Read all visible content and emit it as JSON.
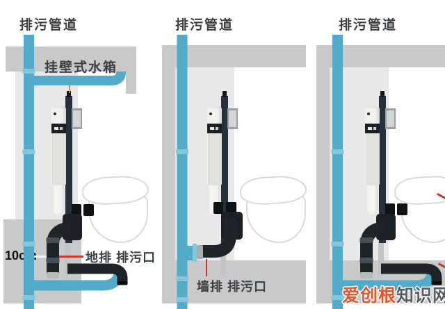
{
  "panels": {
    "p1": {
      "title": "排污管道",
      "tank_label": "挂壁式水箱",
      "measure": "10cm",
      "outlet_label": "地排 排污口",
      "drain_type": "floor-drain"
    },
    "p2": {
      "title": "排污管道",
      "outlet_label": "墙排 排污口",
      "drain_type": "wall-drain"
    },
    "p3": {
      "title": "排污管道",
      "drain_type": "floor-drain"
    }
  },
  "watermark": {
    "brand": "爱创根",
    "suffix": "知识网"
  },
  "colors": {
    "pipe_blue": "#52abc8",
    "pipe_joint_blue": "#85c6da",
    "wall_gray": "#c9c9c9",
    "wall_gray_light": "#e8e8e8",
    "pipe_black": "#1f2428",
    "cistern_frame_navy": "#27313d",
    "pointer_red": "#c23b33",
    "pointer_orange": "#c98a4a",
    "watermark_orange": "#e2572b",
    "watermark_gray": "#5a5e62"
  }
}
